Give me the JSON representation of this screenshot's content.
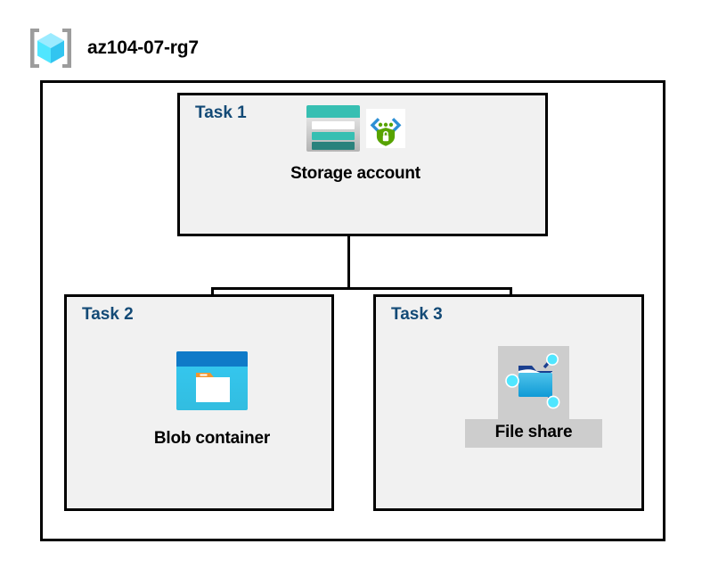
{
  "resource_group": {
    "name": "az104-07-rg7",
    "icon": "resource-group-cube-icon"
  },
  "tasks": [
    {
      "id": "task-1",
      "label": "Task 1",
      "node": {
        "caption": "Storage account",
        "icons": [
          "storage-account-icon",
          "encryption-shield-lock-icon"
        ],
        "highlighted": false
      }
    },
    {
      "id": "task-2",
      "label": "Task 2",
      "node": {
        "caption": "Blob container",
        "icons": [
          "blob-container-icon"
        ],
        "highlighted": false
      }
    },
    {
      "id": "task-3",
      "label": "Task 3",
      "node": {
        "caption": "File share",
        "icons": [
          "file-share-folder-icon"
        ],
        "highlighted": true
      }
    }
  ],
  "colors": {
    "boundary_stroke": "#000000",
    "task_fill": "#f1f1f1",
    "task_label": "#134a76",
    "caption": "#000000",
    "highlight_band": "#cdcdcd",
    "storage_teal": "#37bfb2",
    "storage_teal_dark": "#2a827c",
    "blob_blue": "#0f7ac8",
    "blob_cyan": "#32c5f0",
    "blob_orange": "#f2962f",
    "shield_green": "#57a300",
    "bracket_blue": "#2d8fd4",
    "cube_cyan": "#50e6ff",
    "bracket_gray": "#9c9c9c"
  },
  "connectors": [
    {
      "name": "storage-to-bus",
      "from": "task-1",
      "to": "bus"
    },
    {
      "name": "bus-to-blob",
      "from": "bus",
      "to": "task-2"
    },
    {
      "name": "bus-to-file-share",
      "from": "bus",
      "to": "task-3"
    }
  ]
}
